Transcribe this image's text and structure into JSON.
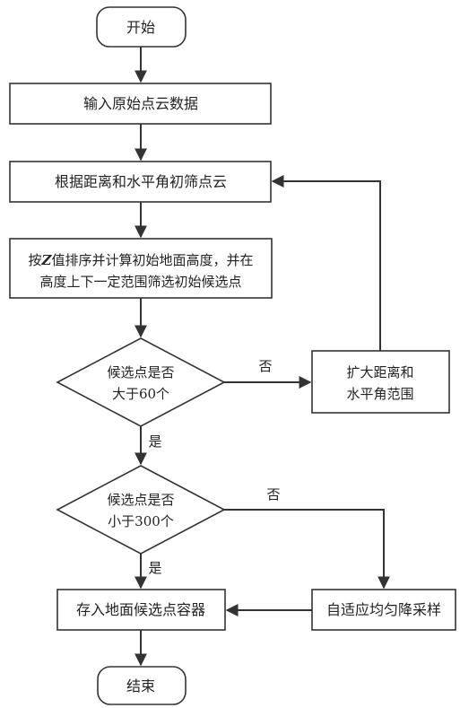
{
  "flowchart": {
    "start": "开始",
    "input": "输入原始点云数据",
    "filter": "根据距离和水平角初筛点云",
    "sort": {
      "line1_pre": "按",
      "line1_var": "Z",
      "line1_post": "值排序并计算初始地面高度，并在",
      "line2": "高度上下一定范围筛选初始候选点"
    },
    "decision1": {
      "line1": "候选点是否",
      "line2": "大于60个"
    },
    "expand": {
      "line1": "扩大距离和",
      "line2": "水平角范围"
    },
    "decision2": {
      "line1": "候选点是否",
      "line2": "小于300个"
    },
    "store": "存入地面候选点容器",
    "downsample": "自适应均匀降采样",
    "end": "结束",
    "labels": {
      "d1_no": "否",
      "d1_yes": "是",
      "d2_no": "否",
      "d2_yes": "是"
    }
  }
}
